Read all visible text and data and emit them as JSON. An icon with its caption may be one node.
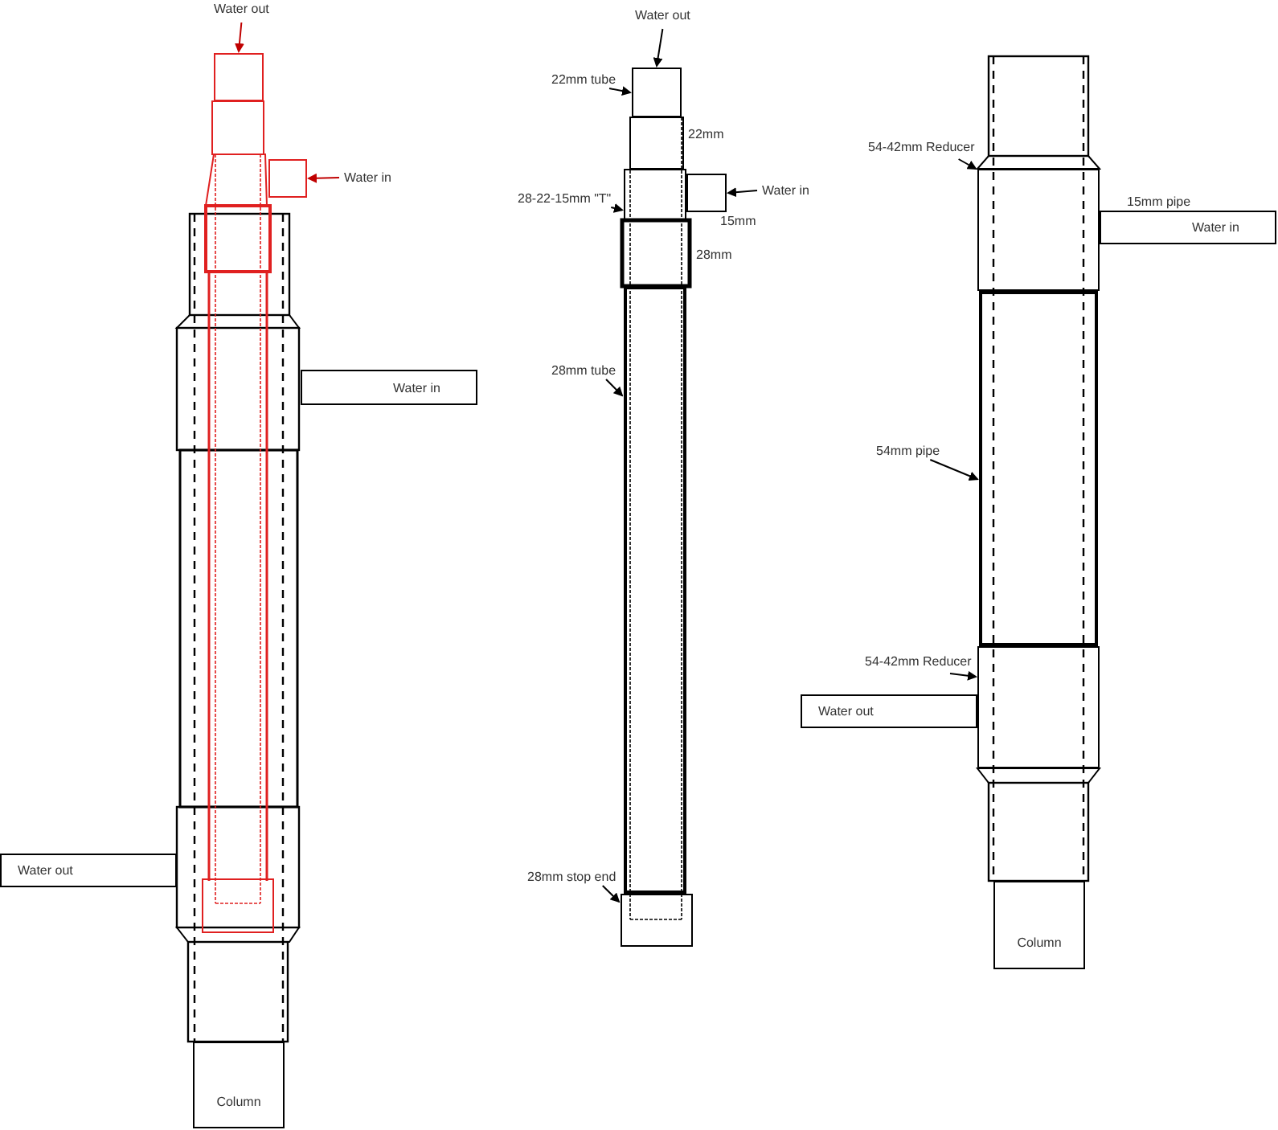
{
  "diagram": {
    "nodes": [
      {
        "text": [
          "Water out"
        ]
      },
      {
        "text": [],
        "shape": "box"
      },
      {
        "text": [
          "Water in"
        ]
      },
      {
        "text": [],
        "shape": "box"
      },
      {
        "text": [
          "Water in"
        ]
      },
      {
        "text": [
          "Water out"
        ]
      },
      {
        "text": [
          "Column"
        ]
      },
      {
        "text": [
          "Water out"
        ]
      },
      {
        "text": [],
        "shape": "box"
      },
      {
        "text": [
          "22mm tube"
        ]
      },
      {
        "text": [
          "28-22-15mm \"T\""
        ]
      },
      {
        "text": [],
        "shape": "box"
      },
      {
        "text": [
          "Water in"
        ]
      },
      {
        "text": [],
        "shape": "box"
      },
      {
        "text": [
          "28mm tube"
        ]
      },
      {
        "text": [],
        "shape": "box"
      },
      {
        "text": [
          "28mm stop end"
        ]
      },
      {
        "text": [],
        "shape": "box"
      },
      {
        "text": [
          "54-42mm Reducer"
        ]
      },
      {
        "text": [],
        "shape": "box"
      },
      {
        "text": [
          "Water in"
        ]
      },
      {
        "text": [
          "54mm pipe"
        ]
      },
      {
        "text": [],
        "shape": "box"
      },
      {
        "text": [
          "54-42mm Reducer"
        ]
      },
      {
        "text": [],
        "shape": "box"
      },
      {
        "text": [
          "Water out"
        ]
      },
      {
        "text": [
          "Column"
        ]
      }
    ],
    "edges": [
      {
        "from": 0,
        "to": 1,
        "arrow": "to",
        "color": "#c00000"
      },
      {
        "from": 2,
        "to": 3,
        "arrow": "to",
        "color": "#c00000"
      },
      {
        "from": 7,
        "to": 8,
        "arrow": "to"
      },
      {
        "from": 9,
        "to": 8,
        "arrow": "to"
      },
      {
        "from": 10,
        "to": 11,
        "arrow": "to"
      },
      {
        "from": 12,
        "to": 13,
        "arrow": "to"
      },
      {
        "from": 14,
        "to": 15,
        "arrow": "to"
      },
      {
        "from": 16,
        "to": 17,
        "arrow": "to"
      },
      {
        "from": 18,
        "to": 19,
        "arrow": "to"
      },
      {
        "from": 21,
        "to": 22,
        "arrow": "to"
      },
      {
        "from": 23,
        "to": 24,
        "arrow": "to"
      }
    ],
    "labels": [
      "22mm",
      "15mm",
      "28mm",
      "15mm pipe"
    ]
  }
}
